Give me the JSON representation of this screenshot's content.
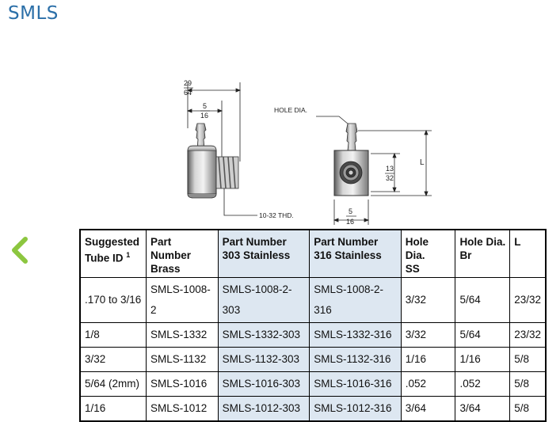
{
  "page": {
    "title": "SMLS"
  },
  "nav": {
    "prev_icon": "chevron-left-icon",
    "color": "#8cc63f"
  },
  "drawing": {
    "dim_top_num": "29",
    "dim_top_den": "64",
    "dim_mid_num": "5",
    "dim_mid_den": "16",
    "thread_label": "10-32 THD.",
    "hole_label": "HOLE DIA.",
    "dim_right_num": "13",
    "dim_right_den": "32",
    "dim_L": "L",
    "dim_bottom_num": "5",
    "dim_bottom_den": "16"
  },
  "table": {
    "headers": [
      {
        "line1": "Suggested",
        "line2": "Tube ID",
        "sup": "1"
      },
      {
        "line1": "Part Number",
        "line2": "Brass"
      },
      {
        "line1": "Part Number",
        "line2": "303 Stainless"
      },
      {
        "line1": "Part Number",
        "line2": "316 Stainless"
      },
      {
        "line1": "Hole Dia.",
        "line2": "SS"
      },
      {
        "line1": "Hole Dia.",
        "line2": "Br"
      },
      {
        "line1": "L",
        "line2": ""
      }
    ],
    "rows": [
      [
        ".170 to 3/16",
        "SMLS-1008-2",
        "SMLS-1008-2-303",
        "SMLS-1008-2-316",
        "3/32",
        "5/64",
        "23/32"
      ],
      [
        "1/8",
        "SMLS-1332",
        "SMLS-1332-303",
        "SMLS-1332-316",
        "3/32",
        "5/64",
        "23/32"
      ],
      [
        "3/32",
        "SMLS-1132",
        "SMLS-1132-303",
        "SMLS-1132-316",
        "1/16",
        "1/16",
        "5/8"
      ],
      [
        "5/64 (2mm)",
        "SMLS-1016",
        "SMLS-1016-303",
        "SMLS-1016-316",
        ".052",
        ".052",
        "5/8"
      ],
      [
        "1/16",
        "SMLS-1012",
        "SMLS-1012-303",
        "SMLS-1012-316",
        "3/64",
        "3/64",
        "5/8"
      ]
    ]
  }
}
